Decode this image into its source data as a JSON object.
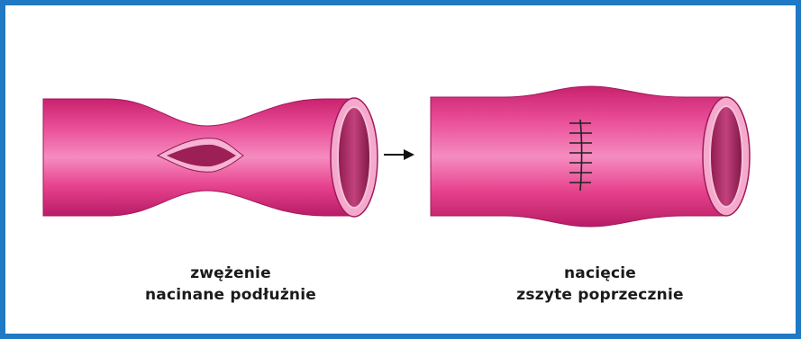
{
  "colors": {
    "frame_border": "#1f79c4",
    "vessel": "#e0408e",
    "vessel_light": "#f287bd",
    "vessel_dark": "#b01f66",
    "lumen": "#a8285f",
    "suture": "#222222",
    "arrow": "#111111"
  },
  "captions": {
    "left": {
      "line1": "zwężenie",
      "line2": "nacinane podłużnie"
    },
    "right": {
      "line1": "nacięcie",
      "line2": "zszyte poprzecznie"
    }
  }
}
